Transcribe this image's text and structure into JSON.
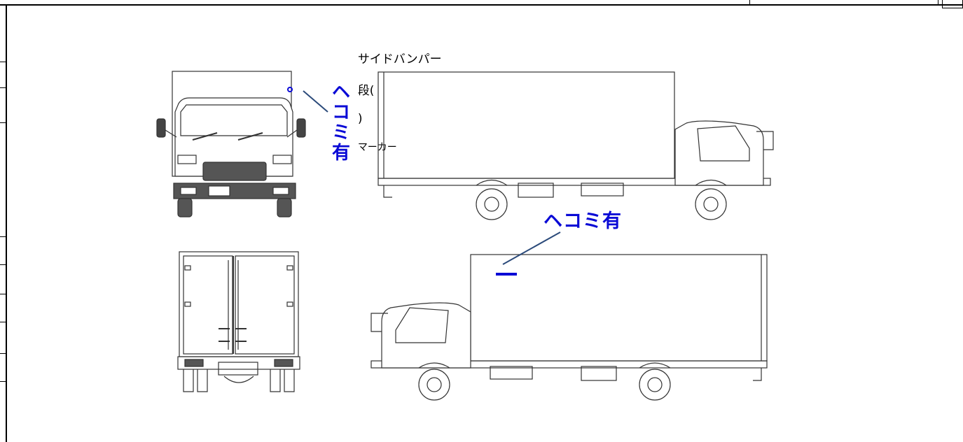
{
  "form": {
    "title_part1": "サイドバンパー",
    "title_part2": "段(",
    "title_part3": ")",
    "title_part4": "マーカー"
  },
  "annotations": {
    "front_dent": [
      "ヘ",
      "コ",
      "ミ",
      "有"
    ],
    "side_dent": "ヘコミ有",
    "side_mark": "ー"
  },
  "colors": {
    "annotation": "#0a0ad6",
    "leader_line": "#2b4a7a",
    "drawing": "#333333"
  }
}
